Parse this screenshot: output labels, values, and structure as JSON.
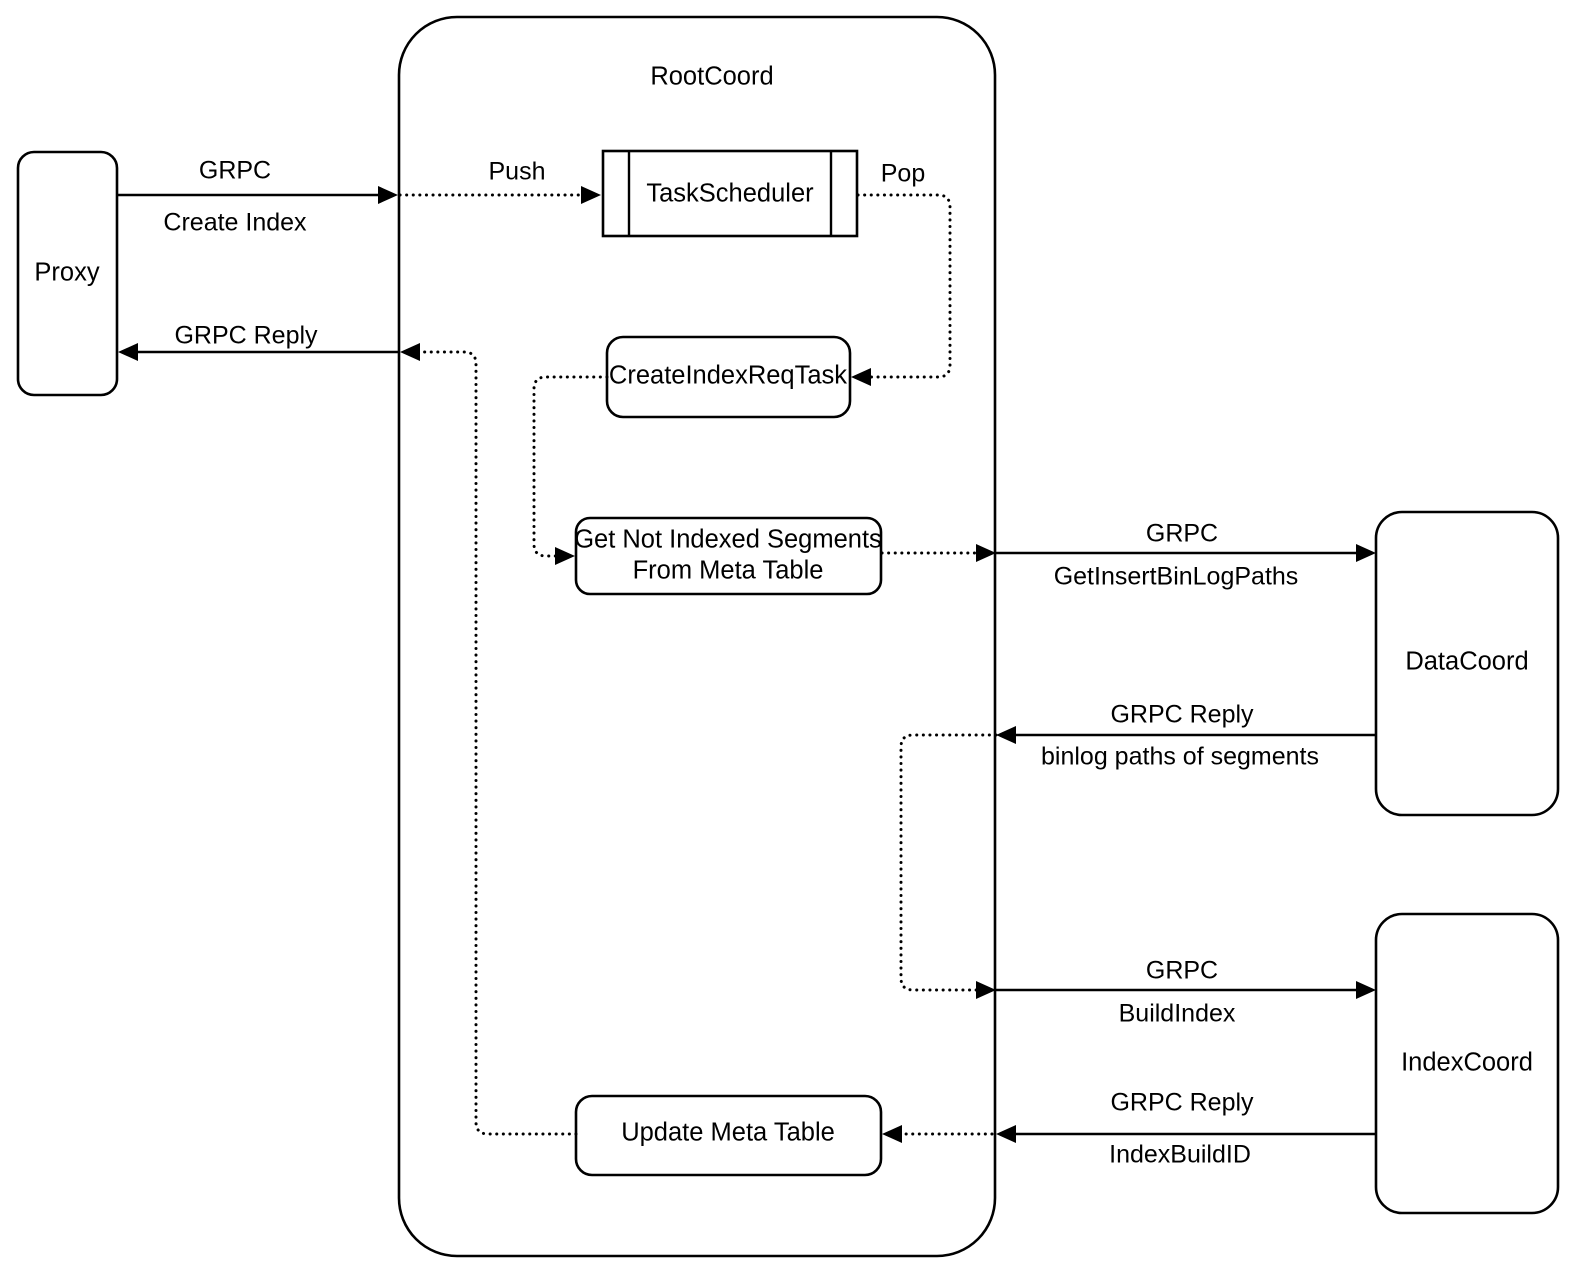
{
  "diagram": {
    "title": "RootCoord Create Index Flow",
    "background_color": "#ffffff",
    "stroke_color": "#000000",
    "containers": [
      {
        "id": "rootcoord",
        "label": "RootCoord"
      }
    ],
    "nodes": [
      {
        "id": "proxy",
        "label": "Proxy"
      },
      {
        "id": "taskscheduler",
        "label": "TaskScheduler"
      },
      {
        "id": "createindexreqtask",
        "label": "CreateIndexReqTask"
      },
      {
        "id": "getnotindexed",
        "label_line1": "Get Not Indexed Segments",
        "label_line2": "From Meta Table"
      },
      {
        "id": "updatemetatable",
        "label": "Update Meta Table"
      },
      {
        "id": "datacoord",
        "label": "DataCoord"
      },
      {
        "id": "indexcoord",
        "label": "IndexCoord"
      }
    ],
    "edge_labels": {
      "proxy_to_root_top": "GRPC",
      "proxy_to_root_bottom": "Create Index",
      "root_to_proxy": "GRPC Reply",
      "push": "Push",
      "pop": "Pop",
      "to_datacoord_top": "GRPC",
      "to_datacoord_bottom": "GetInsertBinLogPaths",
      "from_datacoord_top": "GRPC Reply",
      "from_datacoord_bottom": "binlog paths of segments",
      "to_indexcoord_top": "GRPC",
      "to_indexcoord_bottom": "BuildIndex",
      "from_indexcoord_top": "GRPC Reply",
      "from_indexcoord_bottom": "IndexBuildID"
    }
  }
}
